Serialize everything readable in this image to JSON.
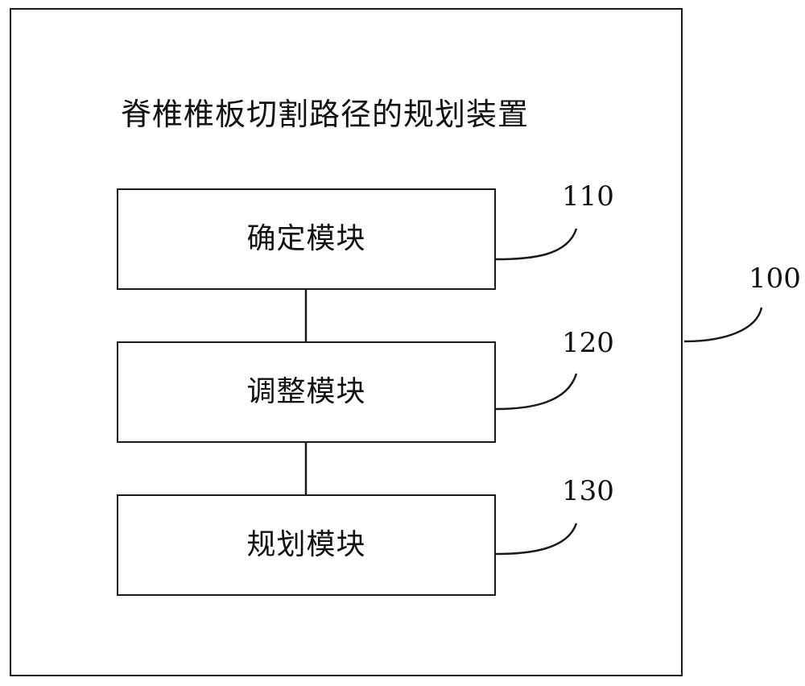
{
  "diagram": {
    "title": "脊椎椎板切割路径的规划装置",
    "modules": [
      {
        "label": "确定模块",
        "ref": "110"
      },
      {
        "label": "调整模块",
        "ref": "120"
      },
      {
        "label": "规划模块",
        "ref": "130"
      }
    ],
    "device_ref": "100",
    "line_color": "#1a1a1a"
  }
}
